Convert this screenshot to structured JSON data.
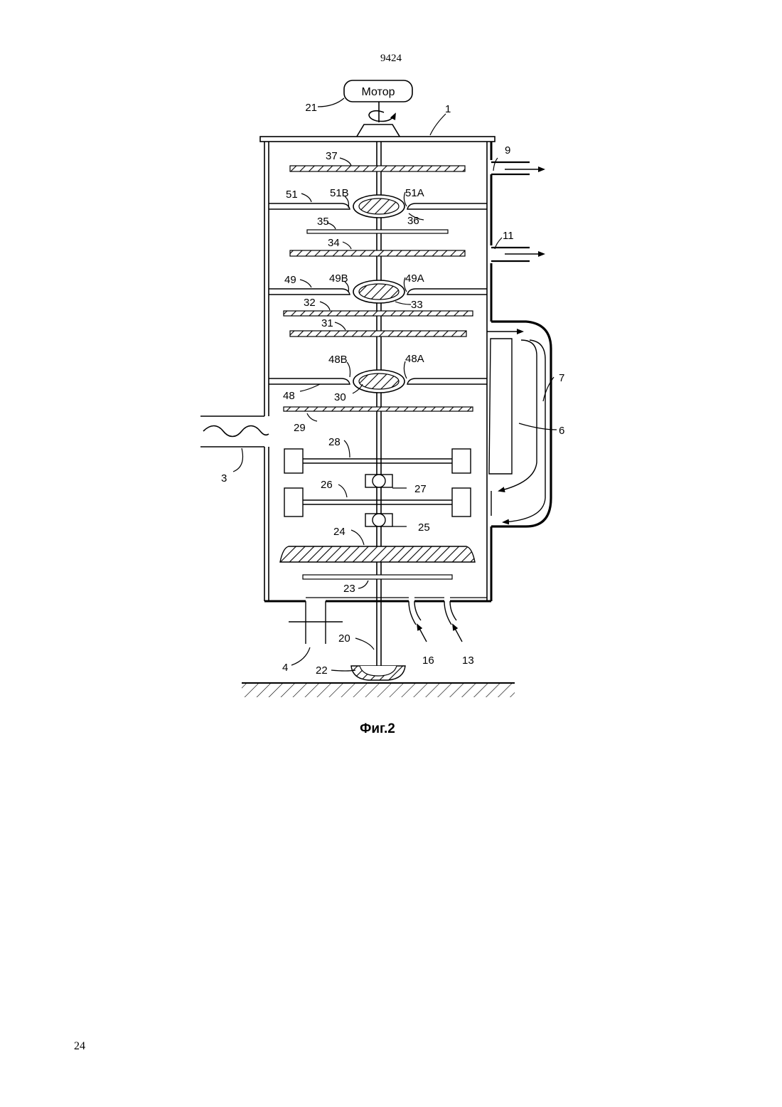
{
  "header": {
    "document_number": "9424"
  },
  "footer": {
    "page_number": "24"
  },
  "figure": {
    "caption": "Фиг.2",
    "motor_label": "Мотор",
    "labels": {
      "l21": "21",
      "l1": "1",
      "l37": "37",
      "l9": "9",
      "l51": "51",
      "l51B": "51B",
      "l51A": "51A",
      "l36": "36",
      "l35": "35",
      "l34": "34",
      "l11": "11",
      "l49": "49",
      "l49B": "49B",
      "l49A": "49A",
      "l33": "33",
      "l32": "32",
      "l31": "31",
      "l48B": "48B",
      "l48A": "48A",
      "l7": "7",
      "l48": "48",
      "l30": "30",
      "l6": "6",
      "l29": "29",
      "l28": "28",
      "l3": "3",
      "l26": "26",
      "l27": "27",
      "l25": "25",
      "l24": "24",
      "l23": "23",
      "l20": "20",
      "l16": "16",
      "l13": "13",
      "l4": "4",
      "l22": "22"
    }
  }
}
